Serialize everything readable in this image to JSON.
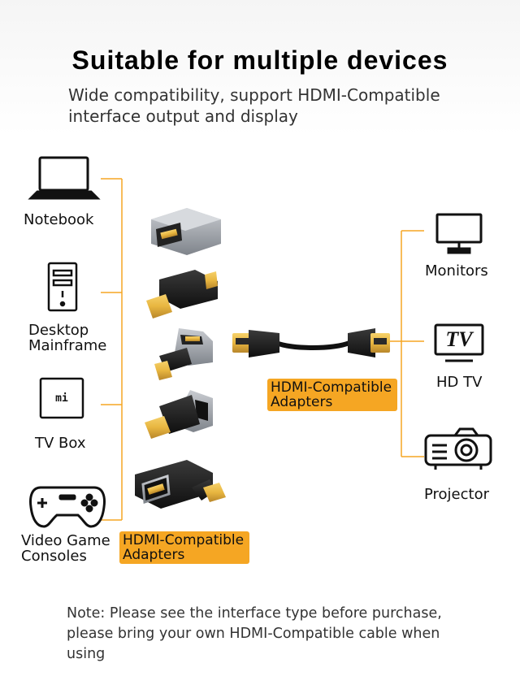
{
  "header": {
    "title": "Suitable for multiple devices",
    "subtitle_line1": "Wide compatibility, support HDMI-Compatible",
    "subtitle_line2": "interface output and display"
  },
  "left_devices": {
    "notebook": "Notebook",
    "desktop_line1": "Desktop",
    "desktop_line2": "Mainframe",
    "tvbox": "TV Box",
    "tvbox_logo": "mi",
    "game_line1": "Video Game",
    "game_line2": "Consoles"
  },
  "right_devices": {
    "monitors": "Monitors",
    "hdtv": "HD TV",
    "hdtv_icon_text": "TV",
    "projector": "Projector"
  },
  "adapters_tag": {
    "line1": "HDMI-Compatible",
    "line2": "Adapters"
  },
  "cable_tag": {
    "line1": "HDMI-Compatible",
    "line2": "Adapters"
  },
  "note": {
    "line1": "Note: Please see the interface type before purchase,",
    "line2": "please bring your own HDMI-Compatible cable when",
    "line3": "using"
  },
  "colors": {
    "accent": "#f5a623",
    "connector_gold": "#e8b640",
    "adapter_black": "#1a1a1a",
    "adapter_silver": "#a9adb3"
  }
}
